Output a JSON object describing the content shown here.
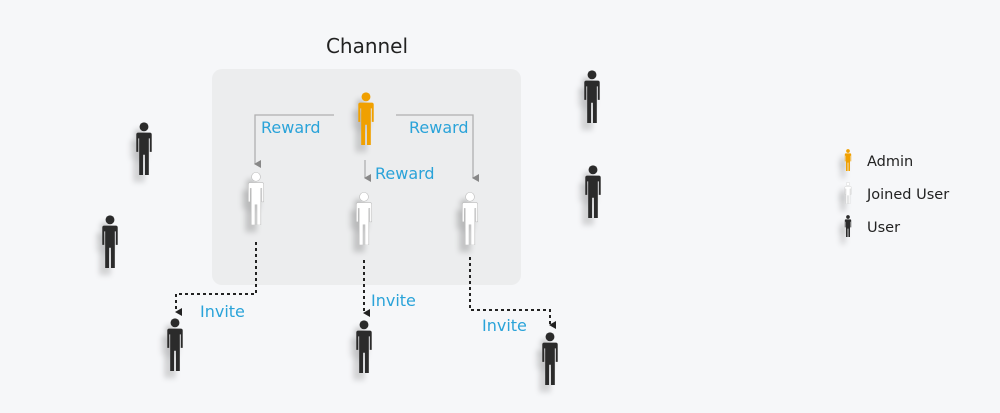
{
  "title": "Channel",
  "edges": {
    "reward_left": "Reward",
    "reward_middle": "Reward",
    "reward_right": "Reward",
    "invite_left": "Invite",
    "invite_middle": "Invite",
    "invite_right": "Invite"
  },
  "legend": {
    "admin": "Admin",
    "joined_user": "Joined User",
    "user": "User"
  },
  "colors": {
    "admin": "#f0a000",
    "joined_user": "#ffffff",
    "user": "#2b2b2b",
    "reward_text": "#2aa3d9",
    "channel_bg": "#ecedee"
  }
}
